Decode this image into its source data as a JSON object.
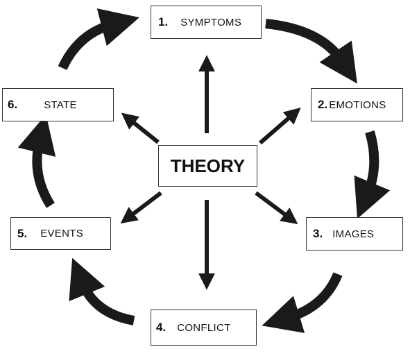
{
  "center": {
    "label": "THEORY"
  },
  "steps": [
    {
      "number": "1.",
      "label": "SYMPTOMS"
    },
    {
      "number": "2.",
      "label": "EMOTIONS"
    },
    {
      "number": "3.",
      "label": "IMAGES"
    },
    {
      "number": "4.",
      "label": "CONFLICT"
    },
    {
      "number": "5.",
      "label": "EVENTS"
    },
    {
      "number": "6.",
      "label": "STATE"
    }
  ],
  "colors": {
    "arrow": "#1a1a1a",
    "box_border": "#333333",
    "background": "#ffffff"
  }
}
